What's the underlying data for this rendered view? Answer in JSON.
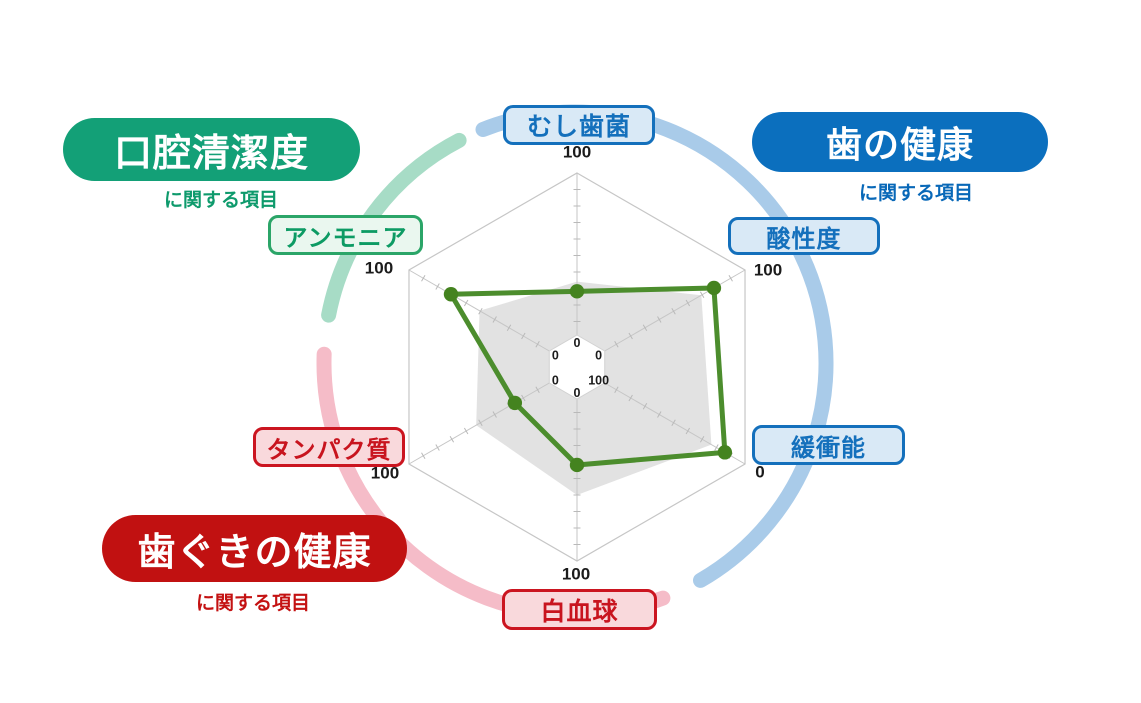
{
  "page": {
    "background": "#FFFFFF"
  },
  "groups": {
    "oral_cleanliness": {
      "title": "口腔清潔度",
      "subtitle": "に関する項目",
      "pill_color": "#13A077",
      "subtitle_color": "#0E9A6C",
      "arc_color": "#A7DCC6",
      "box_bg": "#EAF7EF",
      "box_border": "#2BA568",
      "box_text": "#0D9B64"
    },
    "tooth_health": {
      "title": "歯の健康",
      "subtitle": "に関する項目",
      "pill_color": "#0B6FBE",
      "subtitle_color": "#0868B8",
      "arc_color": "#A9CBE9",
      "box_bg": "#D9E9F6",
      "box_border": "#1470BC",
      "box_text": "#1470BC"
    },
    "gum_health": {
      "title": "歯ぐきの健康",
      "subtitle": "に関する項目",
      "pill_color": "#C11111",
      "subtitle_color": "#C41212",
      "arc_color": "#F5BCC8",
      "box_bg": "#F9D9DC",
      "box_border": "#CB1520",
      "box_text": "#C8141E"
    }
  },
  "chart_data": {
    "type": "radar",
    "axis_count": 6,
    "axes": [
      {
        "label": "むし歯菌",
        "group": "tooth_health",
        "outer_scale_label": "100",
        "inner_scale_label": "0",
        "data_radius_fraction": 0.39,
        "reference_radius_fraction": 0.44,
        "approx_value": 39
      },
      {
        "label": "酸性度",
        "group": "tooth_health",
        "outer_scale_label": "100",
        "inner_scale_label": "0",
        "data_radius_fraction": 0.815,
        "reference_radius_fraction": 0.74,
        "approx_value": 82
      },
      {
        "label": "緩衝能",
        "group": "tooth_health",
        "outer_scale_label": "0",
        "inner_scale_label": "100",
        "data_radius_fraction": 0.88,
        "reference_radius_fraction": 0.8,
        "approx_value": 12
      },
      {
        "label": "白血球",
        "group": "gum_health",
        "outer_scale_label": "100",
        "inner_scale_label": "0",
        "data_radius_fraction": 0.505,
        "reference_radius_fraction": 0.66,
        "approx_value": 50
      },
      {
        "label": "タンパク質",
        "group": "gum_health",
        "outer_scale_label": "100",
        "inner_scale_label": "0",
        "data_radius_fraction": 0.37,
        "reference_radius_fraction": 0.6,
        "approx_value": 37
      },
      {
        "label": "アンモニア",
        "group": "oral_cleanliness",
        "outer_scale_label": "100",
        "inner_scale_label": "0",
        "data_radius_fraction": 0.75,
        "reference_radius_fraction": 0.58,
        "approx_value": 75
      }
    ],
    "series": [
      {
        "name": "result-polygon",
        "color": "#4C8D2D",
        "marker_color": "#44831F"
      }
    ],
    "reference_area_color": "#DBDBDB",
    "grid_color": "#C6C6C6",
    "scale_label_color": "#1B1B1B",
    "legend": "none",
    "grid": "hexagonal, ticks every 10 units on each axis"
  },
  "decor_arcs": [
    {
      "name": "tooth-health-arc",
      "group": "tooth_health",
      "start_deg": 338.5,
      "end_deg": 510
    },
    {
      "name": "gum-health-arc",
      "group": "gum_health",
      "start_deg": 159.5,
      "end_deg": 272
    },
    {
      "name": "oral-cleanliness-arc",
      "group": "oral_cleanliness",
      "start_deg": 281,
      "end_deg": 332.5
    }
  ]
}
